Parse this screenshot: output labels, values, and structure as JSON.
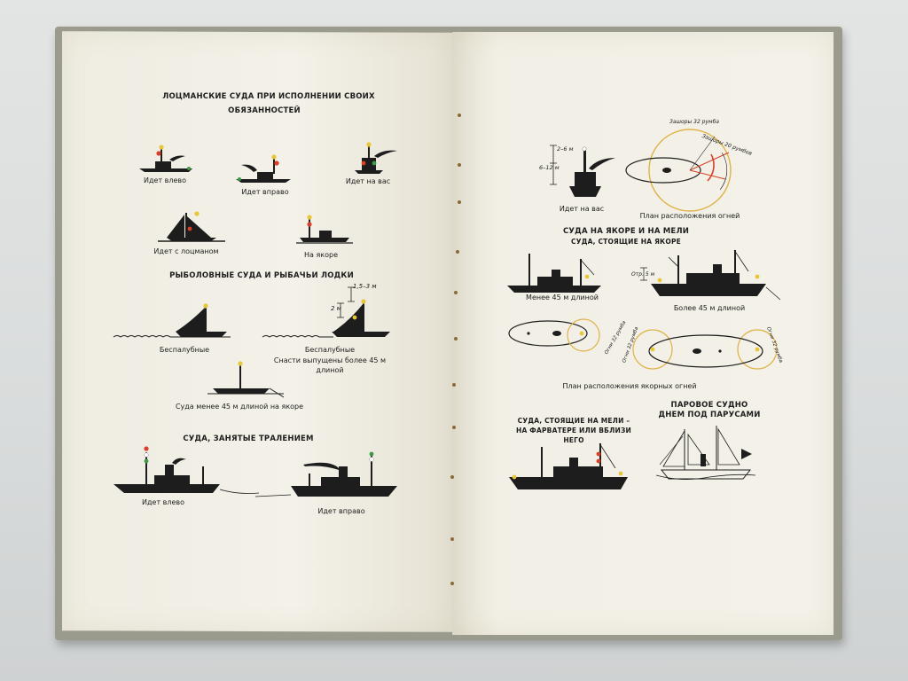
{
  "left_page": {
    "pilot_header_line1": "ЛОЦМАНСКИЕ СУДА ПРИ ИСПОЛНЕНИИ СВОИХ",
    "pilot_header_line2": "ОБЯЗАННОСТЕЙ",
    "pilot_captions": [
      "Идет влево",
      "Идет вправо",
      "Идет на вас",
      "Идет с лоцманом",
      "На якоре"
    ],
    "fishing_header": "РЫБОЛОВНЫЕ СУДА И РЫБАЧЬИ ЛОДКИ",
    "fishing_caption_1": "Беспалубные",
    "fishing_caption_2_line1": "Беспалубные",
    "fishing_caption_2_line2": "Снасти выпущены более 45 м",
    "fishing_caption_2_line3": "длиной",
    "measure_a": "1,5–3 м",
    "measure_b": "2 м",
    "anchor_caption": "Суда менее 45 м длиной на якоре",
    "trawl_header": "СУДА, ЗАНЯТЫЕ ТРАЛЕНИЕМ",
    "trawl_captions": [
      "Идет влево",
      "Идет вправо"
    ]
  },
  "right_page": {
    "dim_a": "2–6 м",
    "dim_b": "6–12 м",
    "arc_a": "Зашоры 32 румба",
    "arc_b": "Зашоры 20 румбов",
    "caption_toward": "Идет на вас",
    "caption_lights_plan": "План расположения огней",
    "anchor_header_line1": "СУДА НА ЯКОРЕ И НА МЕЛИ",
    "anchor_header_line2": "СУДА, СТОЯЩИЕ НА ЯКОРЕ",
    "dim_c": "Отр. 5 м",
    "caption_less": "Менее 45 м длиной",
    "caption_more": "Более 45 м длиной",
    "ring_a": "Огни 32 румба",
    "ring_b": "Огни 32 румба",
    "ring_c": "Огни 32 румба",
    "caption_anchor_plan": "План расположения якорных огней",
    "aground_line1": "СУДА, СТОЯЩИЕ НА МЕЛИ –",
    "aground_line2": "НА ФАРВАТЕРЕ ИЛИ ВБЛИЗИ",
    "aground_line3": "НЕГО",
    "steam_line1": "ПАРОВОЕ СУДНО",
    "steam_line2": "ДНЕМ ПОД ПАРУСАМИ"
  },
  "colors": {
    "paper": "#f2f0e6",
    "ink": "#1d1d1d",
    "light_red": "#d8402a",
    "light_green": "#3c9a46",
    "light_yellow": "#e8c63a",
    "arc_yellow": "#e0b24a"
  }
}
